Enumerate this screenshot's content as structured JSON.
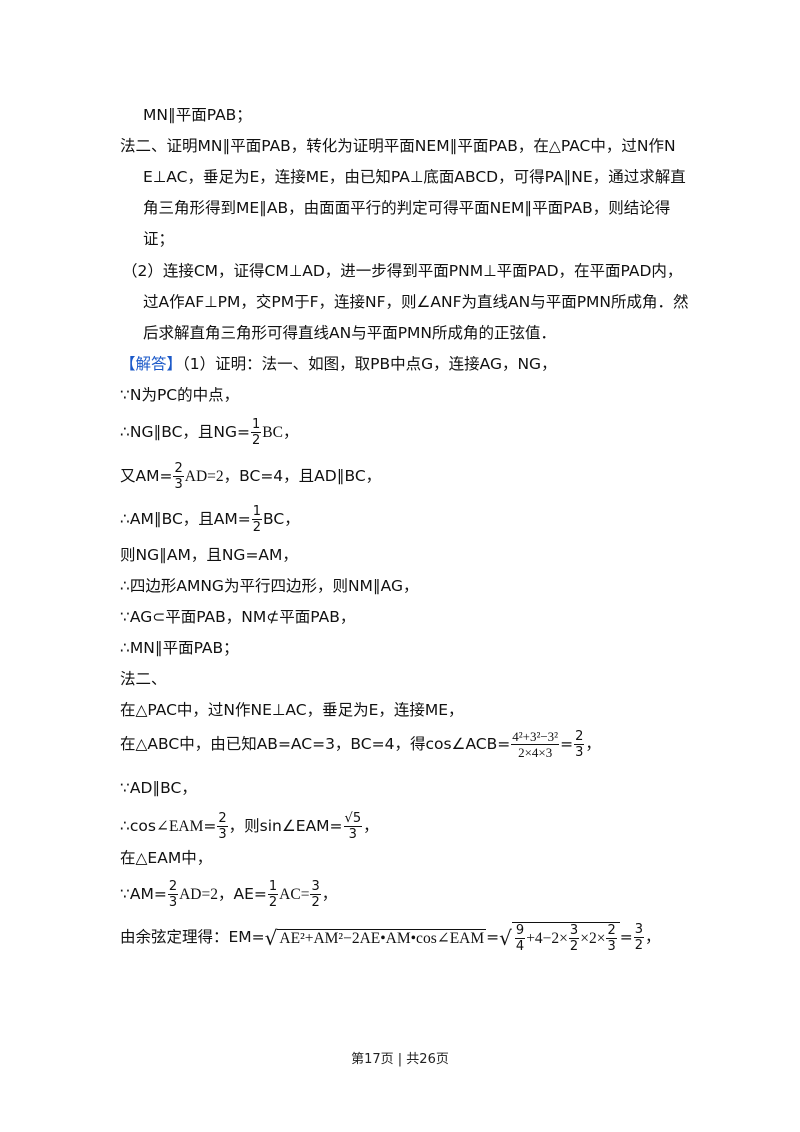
{
  "lines": {
    "l01": "MN∥平面PAB；",
    "l02": "法二、证明MN∥平面PAB，转化为证明平面NEM∥平面PAB，在△PAC中，过N作N",
    "l03": "E⊥AC，垂足为E，连接ME，由已知PA⊥底面ABCD，可得PA∥NE，通过求解直",
    "l04": "角三角形得到ME∥AB，由面面平行的判定可得平面NEM∥平面PAB，则结论得",
    "l05": "证；",
    "l06": "（2）连接CM，证得CM⊥AD，进一步得到平面PNM⊥平面PAD，在平面PAD内，",
    "l07": "过A作AF⊥PM，交PM于F，连接NF，则∠ANF为直线AN与平面PMN所成角．然",
    "l08": "后求解直角三角形可得直线AN与平面PMN所成角的正弦值．",
    "l09_tag": "【解答】",
    "l09_text": "（1）证明：法一、如图，取PB中点G，连接AG，NG，",
    "l10": "∵N为PC的中点，",
    "l11_pre": "∴NG∥BC，且NG=",
    "l11_num": "1",
    "l11_den": "2",
    "l11_post": "BC，",
    "l12_pre": "又AM=",
    "l12_num": "2",
    "l12_den": "3",
    "l12_mid": "AD=2",
    "l12_post": "，BC=4，且AD∥BC，",
    "l13_pre": "∴AM∥BC，且AM=",
    "l13_num": "1",
    "l13_den": "2",
    "l13_post": "BC，",
    "l14": "则NG∥AM，且NG=AM，",
    "l15": "∴四边形AMNG为平行四边形，则NM∥AG，",
    "l16": "∵AG⊂平面PAB，NM⊄平面PAB，",
    "l17": "∴MN∥平面PAB；",
    "l18": "法二、",
    "l19": "在△PAC中，过N作NE⊥AC，垂足为E，连接ME，",
    "l20_pre": "在△ABC中，由已知AB=AC=3，BC=4，得cos∠ACB=",
    "l20_num": "4²+3²−3²",
    "l20_den": "2×4×3",
    "l20_eq": "=",
    "l20_rnum": "2",
    "l20_rden": "3",
    "l20_post": "，",
    "l21": "∵AD∥BC，",
    "l22_pre": "∴cos",
    "l22_ang": "∠EAM",
    "l22_eq": "=",
    "l22_num": "2",
    "l22_den": "3",
    "l22_mid": "，则sin∠EAM=",
    "l22_rnum": "√5",
    "l22_rden": "3",
    "l22_post": "，",
    "l23": "在△EAM中，",
    "l24_pre": "∵AM=",
    "l24_num1": "2",
    "l24_den1": "3",
    "l24_mid1": "AD=2",
    "l24_mid2": "，AE=",
    "l24_num2": "1",
    "l24_den2": "2",
    "l24_mid3": "AC=",
    "l24_num3": "3",
    "l24_den3": "2",
    "l24_post": "，",
    "l25_pre": "由余弦定理得：EM=",
    "l25_rad1": "AE²+AM²−2AE•AM•cos∠EAM",
    "l25_eq1": "=",
    "l25_f1num": "9",
    "l25_f1den": "4",
    "l25_mid": "+4−2×",
    "l25_f2num": "3",
    "l25_f2den": "2",
    "l25_x2": "×2×",
    "l25_f3num": "2",
    "l25_f3den": "3",
    "l25_eq2": "=",
    "l25_rnum": "3",
    "l25_rden": "2",
    "l25_post": "，",
    "footer": "第17页 | 共26页"
  }
}
